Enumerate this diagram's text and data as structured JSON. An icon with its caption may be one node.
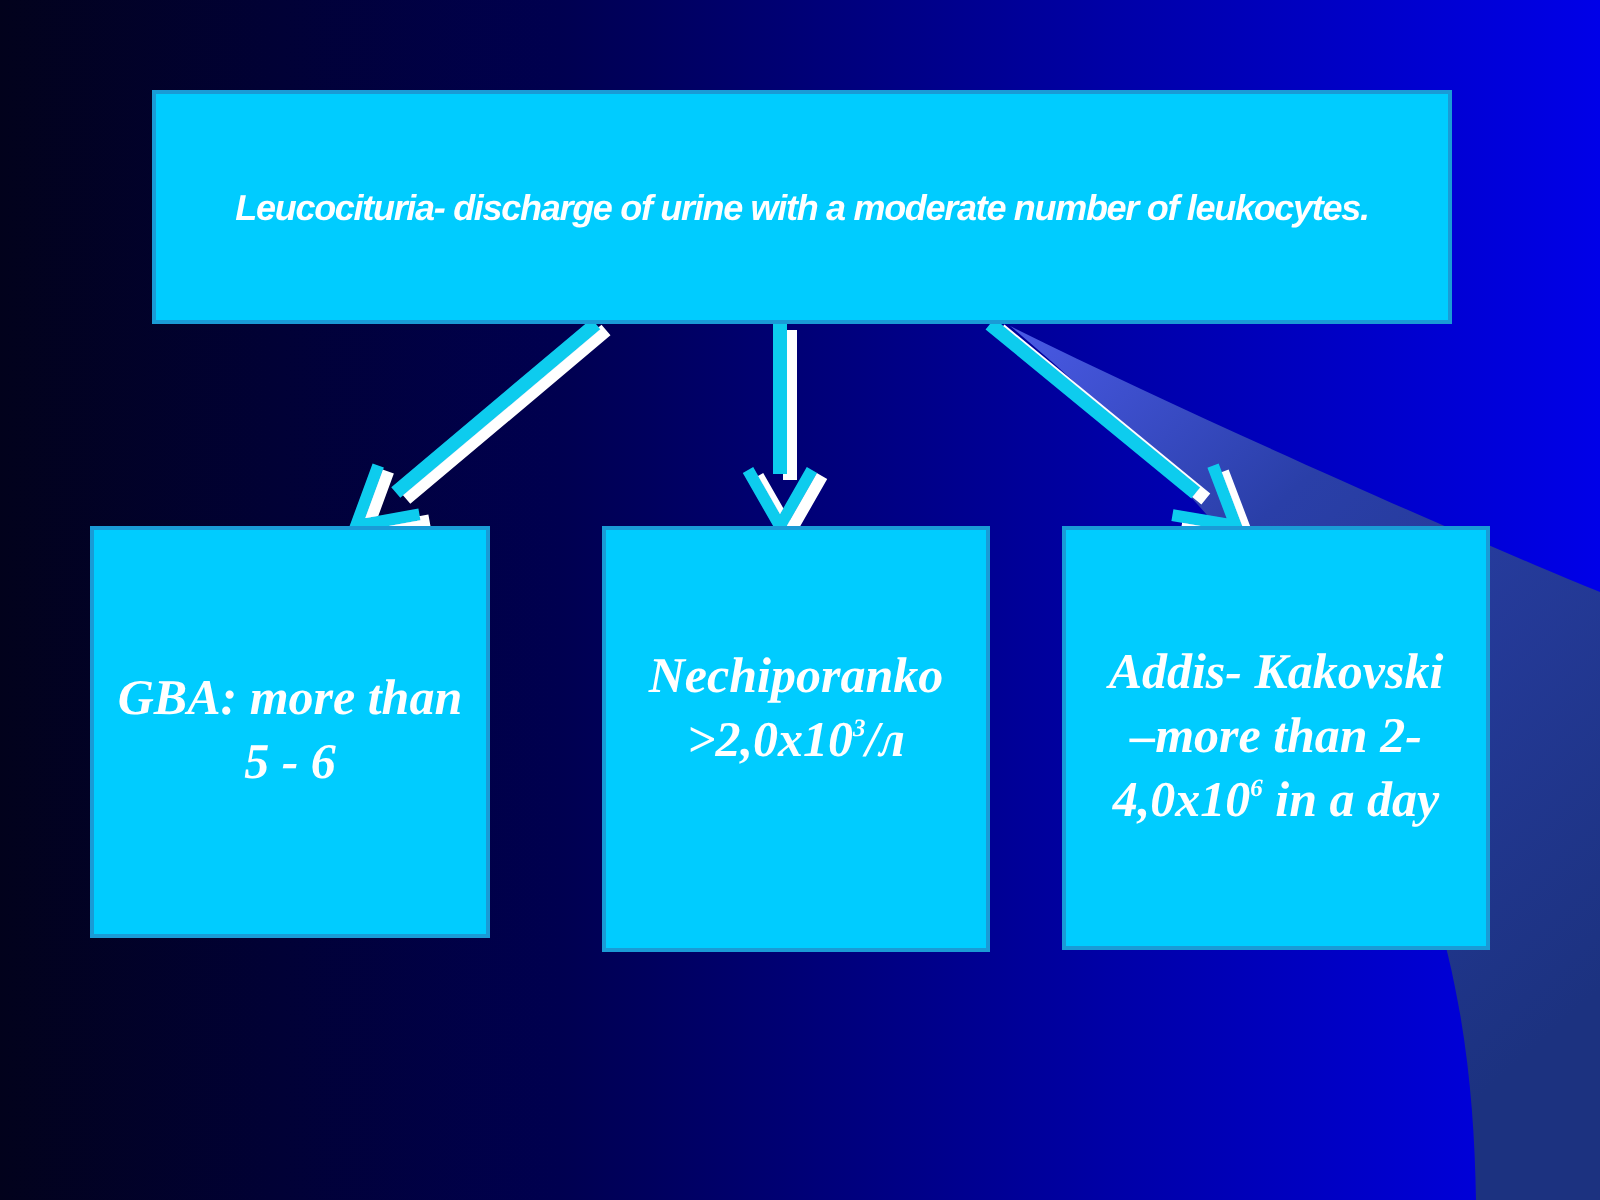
{
  "diagram": {
    "nodes": [
      {
        "text": [
          "Leucocituria- discharge of urine with a moderate number of leukocytes."
        ]
      },
      {
        "text": [
          "GBA: more than 5 - 6"
        ]
      },
      {
        "text": [
          "Nechiporanko >2,0x10$^{3}$/л"
        ]
      },
      {
        "text": [
          "Addis- Kakovski –more than 2- 4,0x10$^{6}$ in a day"
        ]
      }
    ],
    "edges": [
      {
        "from": 0,
        "to": 1,
        "arrow": "to"
      },
      {
        "from": 0,
        "to": 2,
        "arrow": "to"
      },
      {
        "from": 0,
        "to": 3,
        "arrow": "to"
      }
    ]
  }
}
